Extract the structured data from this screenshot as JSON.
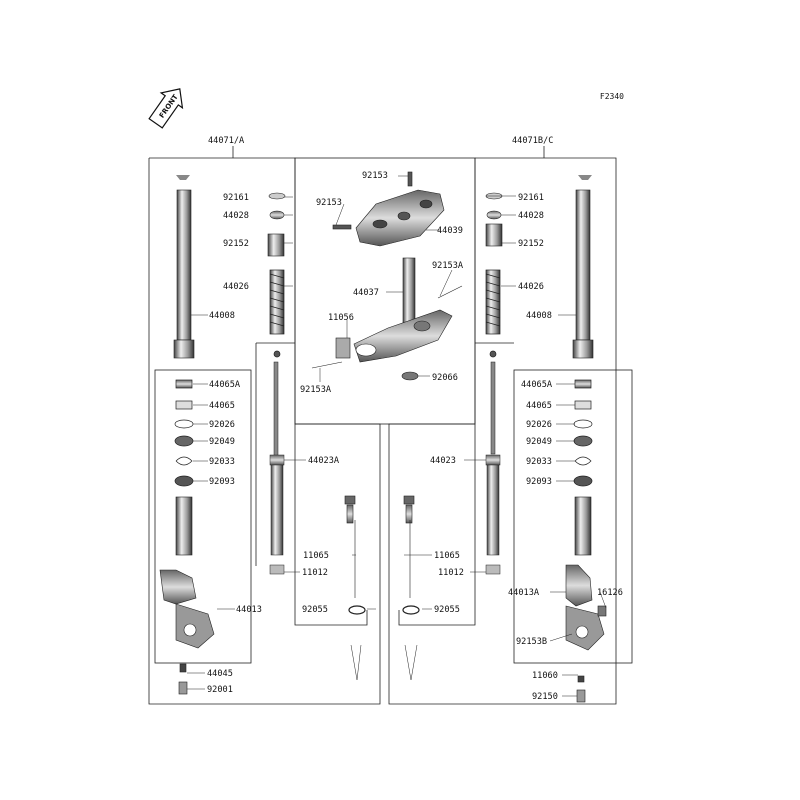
{
  "diagram_code": "F2340",
  "front_marker": "FRONT",
  "footer_text": "",
  "labels": {
    "l44071A": "44071/A",
    "l44071BC": "44071B/C",
    "l92153top": "92153",
    "l92153left": "92153",
    "l44039": "44039",
    "l92153A1": "92153A",
    "l44037": "44037",
    "l11056": "11056",
    "l92153A2": "92153A",
    "l92066": "92066",
    "L92161": "92161",
    "L44028": "44028",
    "L92152": "92152",
    "L44026": "44026",
    "L44008": "44008",
    "L44065A": "44065A",
    "L44065": "44065",
    "L92026": "92026",
    "L92049": "92049",
    "L92033": "92033",
    "L92093": "92093",
    "L44023A": "44023A",
    "L11065": "11065",
    "L11012": "11012",
    "L44013": "44013",
    "L92055": "92055",
    "L44045": "44045",
    "L92001": "92001",
    "R92161": "92161",
    "R44028": "44028",
    "R92152": "92152",
    "R44026": "44026",
    "R44008": "44008",
    "R44065A": "44065A",
    "R44065": "44065",
    "R92026": "92026",
    "R92049": "92049",
    "R92033": "92033",
    "R92093": "92093",
    "R44023": "44023",
    "R11065": "11065",
    "R11012": "11012",
    "R44013A": "44013A",
    "R16126": "16126",
    "R92055": "92055",
    "R92153B": "92153B",
    "R11060": "11060",
    "R92150": "92150"
  }
}
